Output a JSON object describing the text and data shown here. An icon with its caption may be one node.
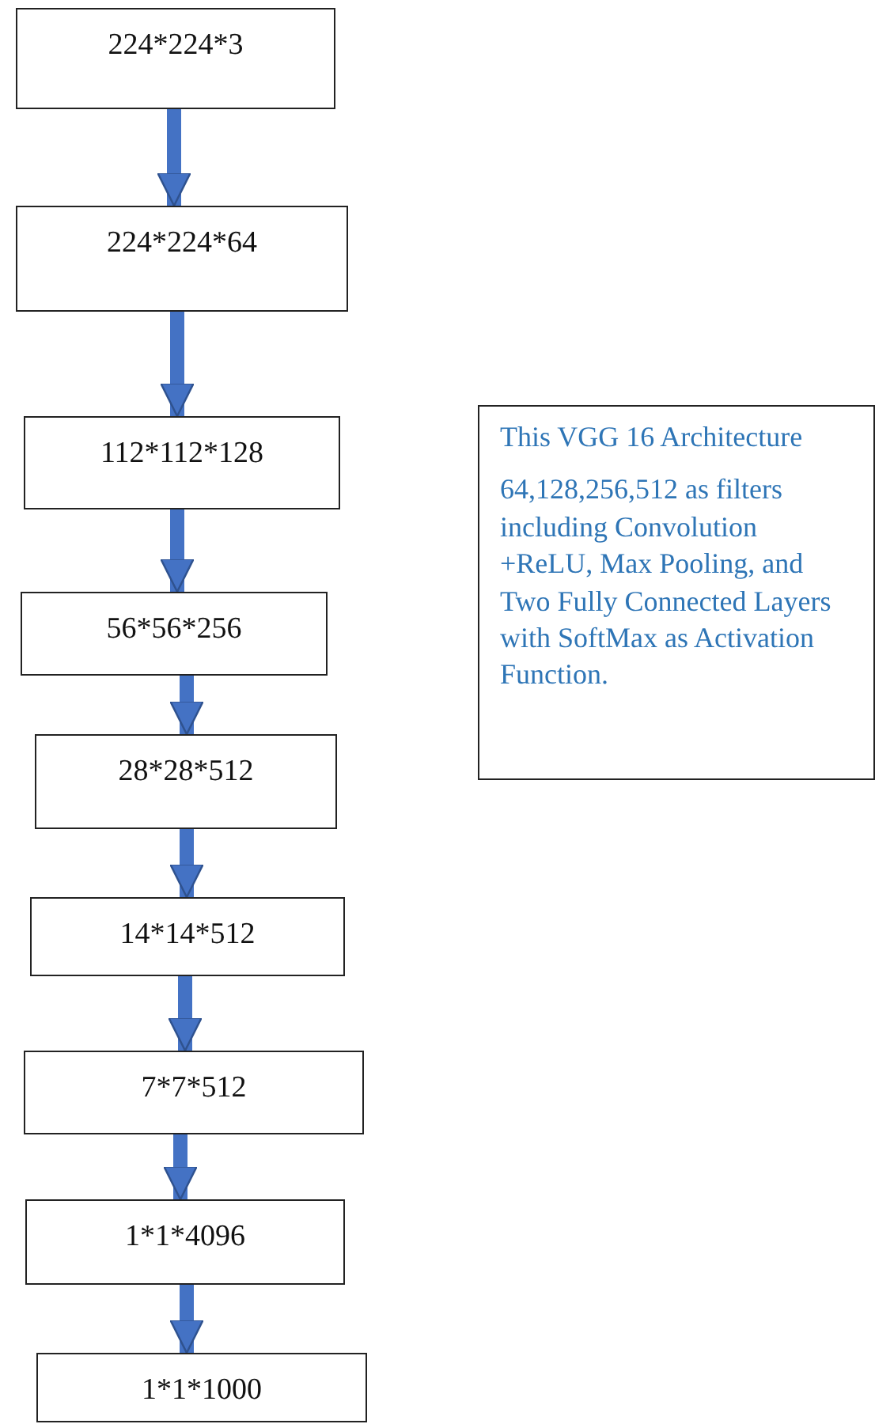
{
  "diagram": {
    "nodes": [
      {
        "text": [
          "224*224*3"
        ]
      },
      {
        "text": [
          "224*224*64"
        ]
      },
      {
        "text": [
          "112*112*128"
        ]
      },
      {
        "text": [
          "56*56*256"
        ]
      },
      {
        "text": [
          "28*28*512"
        ]
      },
      {
        "text": [
          "14*14*512"
        ]
      },
      {
        "text": [
          "7*7*512"
        ]
      },
      {
        "text": [
          "1*1*4096"
        ]
      },
      {
        "text": [
          "1*1*1000"
        ]
      },
      {
        "text": [
          "This VGG 16 Architecture",
          "64,128,256,512 as filters including Convolution +ReLU, Max Pooling, and Two Fully Connected Layers with SoftMax as Activation Function."
        ]
      }
    ],
    "edges": [
      {
        "from": 0,
        "to": 1,
        "arrow": "to"
      },
      {
        "from": 1,
        "to": 2,
        "arrow": "to"
      },
      {
        "from": 2,
        "to": 3,
        "arrow": "to"
      },
      {
        "from": 3,
        "to": 4,
        "arrow": "to"
      },
      {
        "from": 4,
        "to": 5,
        "arrow": "to"
      },
      {
        "from": 5,
        "to": 6,
        "arrow": "to"
      },
      {
        "from": 6,
        "to": 7,
        "arrow": "to"
      },
      {
        "from": 7,
        "to": 8,
        "arrow": "to"
      }
    ]
  }
}
